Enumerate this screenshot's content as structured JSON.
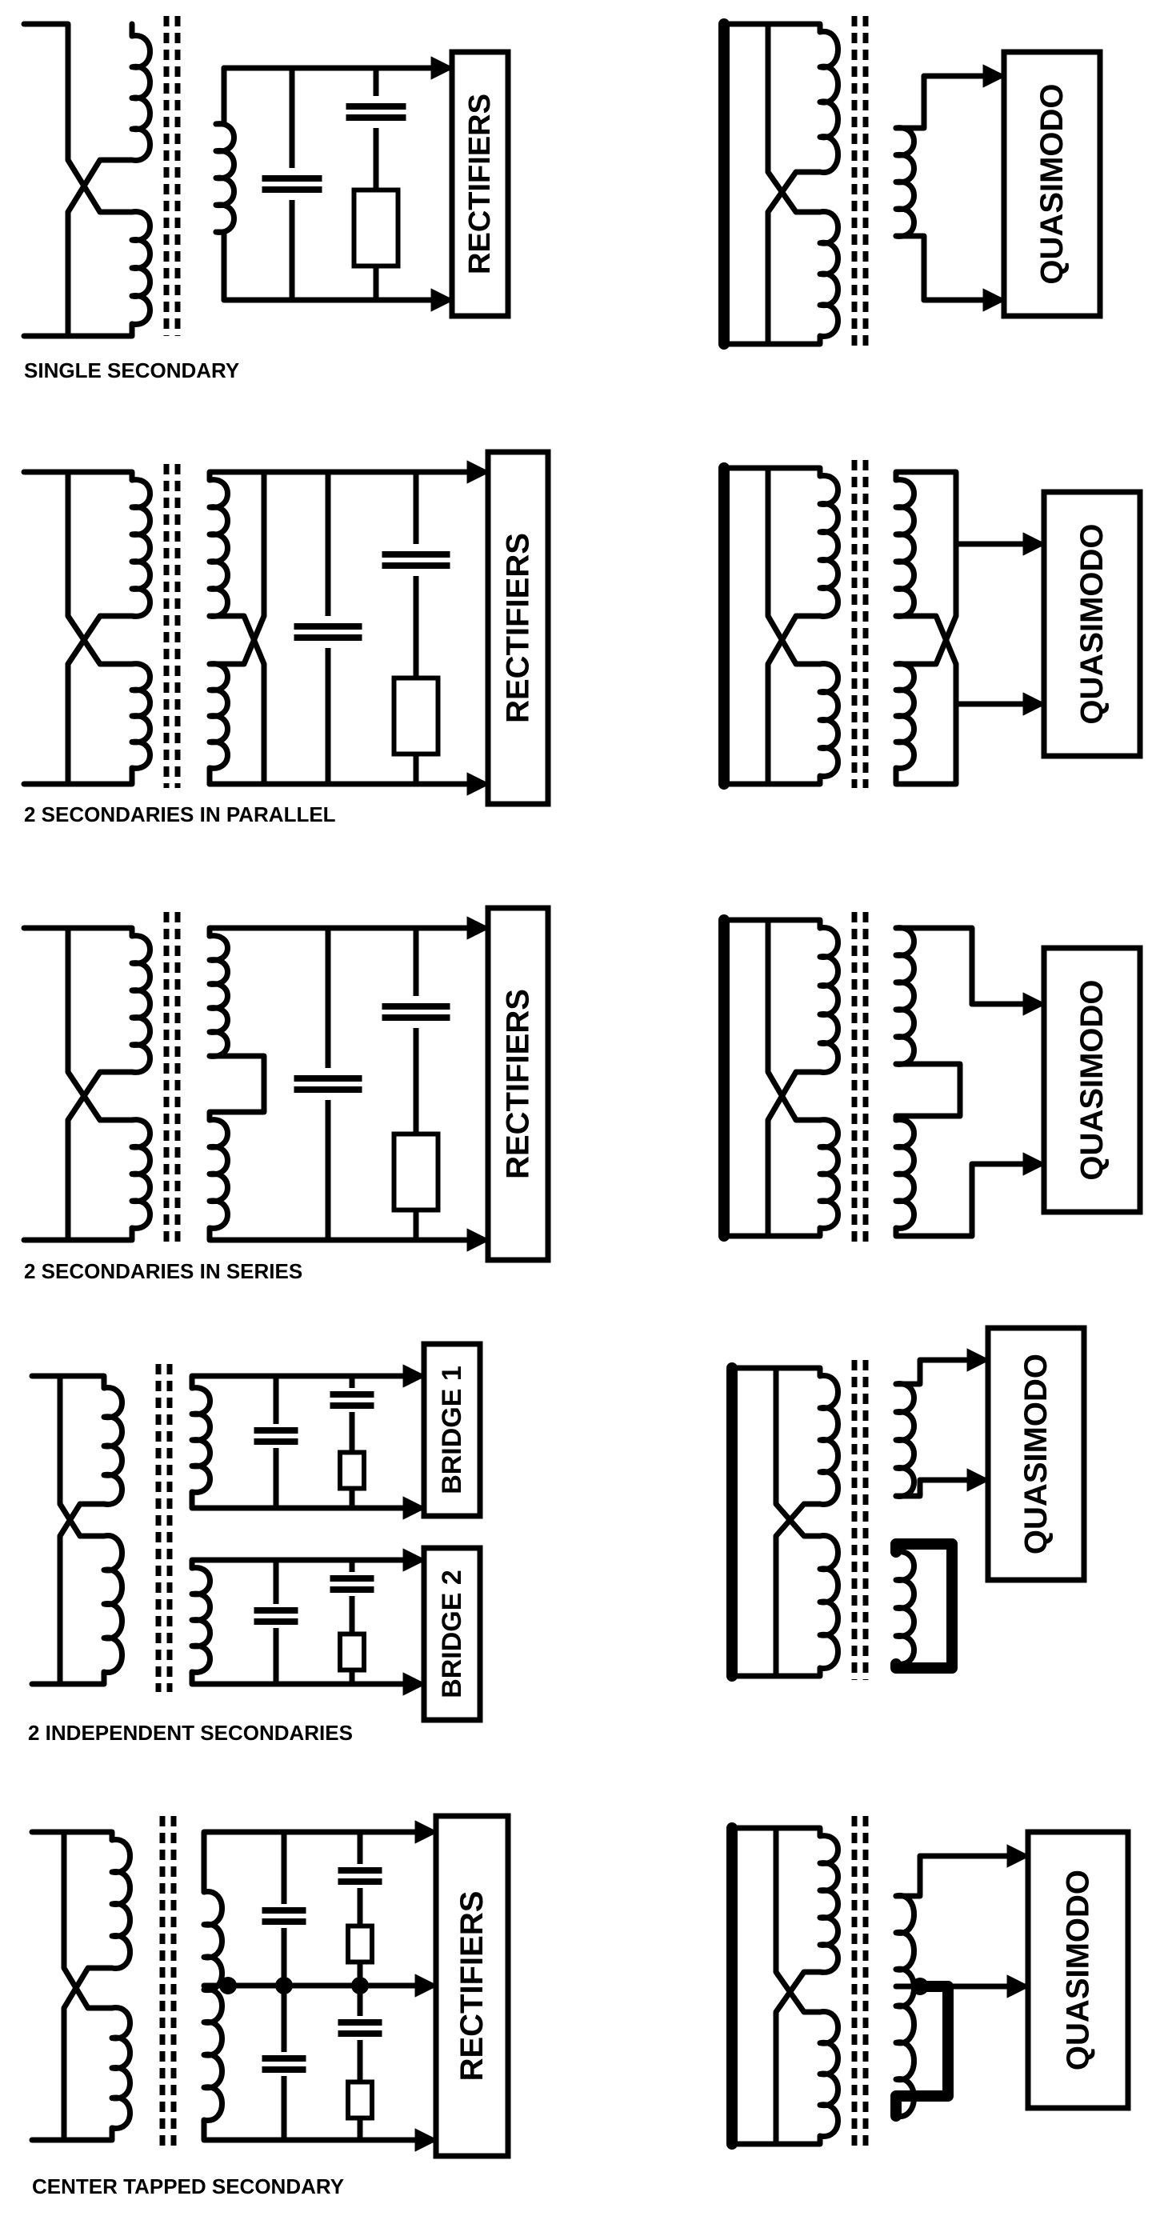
{
  "panels": [
    {
      "id": "single",
      "caption": "SINGLE  SECONDARY",
      "left_label": "RECTIFIERS",
      "right_label": "QUASIMODO"
    },
    {
      "id": "parallel",
      "caption": "2 SECONDARIES IN PARALLEL",
      "left_label": "RECTIFIERS",
      "right_label": "QUASIMODO"
    },
    {
      "id": "series",
      "caption": "2 SECONDARIES IN SERIES",
      "left_label": "RECTIFIERS",
      "right_label": "QUASIMODO"
    },
    {
      "id": "independent",
      "caption": "2 INDEPENDENT SECONDARIES",
      "left_labels": [
        "BRIDGE 1",
        "BRIDGE 2"
      ],
      "right_label": "QUASIMODO"
    },
    {
      "id": "centertap",
      "caption": "CENTER TAPPED SECONDARY",
      "left_label": "RECTIFIERS",
      "right_label": "QUASIMODO"
    }
  ],
  "colors": {
    "ink": "#000000",
    "background": "#ffffff"
  }
}
